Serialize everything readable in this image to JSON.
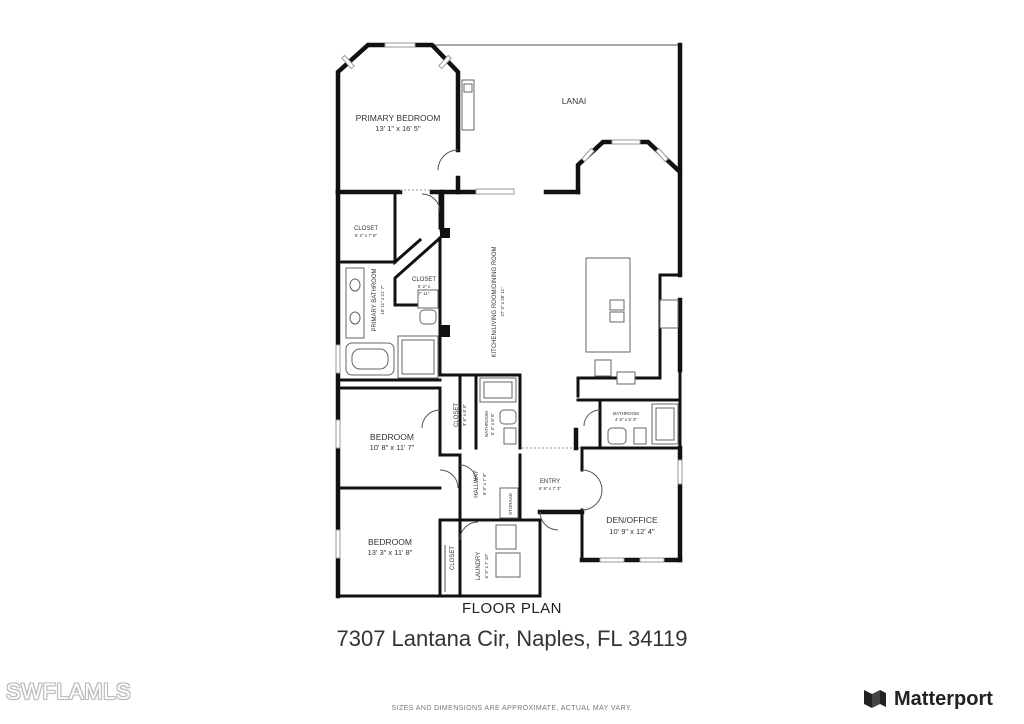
{
  "rooms": {
    "primary_bedroom": {
      "name": "PRIMARY BEDROOM",
      "dims": "13' 1\" x 16' 5\""
    },
    "lanai": {
      "name": "LANAI"
    },
    "closet_1": {
      "name": "CLOSET",
      "dims": "6' 2\" x 7' 8\""
    },
    "closet_2": {
      "name": "CLOSET",
      "dims_1": "5' 2\" x",
      "dims_2": "7' 11\""
    },
    "primary_bathroom": {
      "name": "PRIMARY BATHROOM",
      "dims": "10' 11\" x 21' 7\""
    },
    "kitchen_living": {
      "name": "KITCHEN/LIVING ROOM/DINING ROOM",
      "dims": "27' 0\" x 28' 11\""
    },
    "bedroom_1": {
      "name": "BEDROOM",
      "dims": "10' 8\" x 11' 7\""
    },
    "closet_3": {
      "name": "CLOSET",
      "dims": "3' 6\" x 8' 8\""
    },
    "bathroom_1": {
      "name": "BATHROOM",
      "dims": "5' 3\" x 8' 8\""
    },
    "bathroom_2": {
      "name": "BATHROOM",
      "dims": "4' 6\" x 5' 0\""
    },
    "hallway": {
      "name": "HALLWAY",
      "dims": "6' 9\" x 7' 8\""
    },
    "storage": {
      "name": "STORAGE"
    },
    "entry": {
      "name": "ENTRY",
      "dims": "6' 8\" x 7' 3\""
    },
    "den_office": {
      "name": "DEN/OFFICE",
      "dims": "10' 9\" x 12' 4\""
    },
    "bedroom_2": {
      "name": "BEDROOM",
      "dims": "13' 3\" x 11' 8\""
    },
    "closet_4": {
      "name": "CLOSET"
    },
    "laundry": {
      "name": "LAUNDRY",
      "dims": "6' 9\" x 7' 10\""
    }
  },
  "plan_title": "FLOOR PLAN",
  "address": "7307 Lantana Cir, Naples, FL 34119",
  "disclaimer": "SIZES AND DIMENSIONS ARE APPROXIMATE, ACTUAL MAY VARY.",
  "watermark": "SWFLAMLS",
  "brand": {
    "name": "Matterport",
    "icon": "matterport-logo-icon",
    "color": "#222222"
  }
}
